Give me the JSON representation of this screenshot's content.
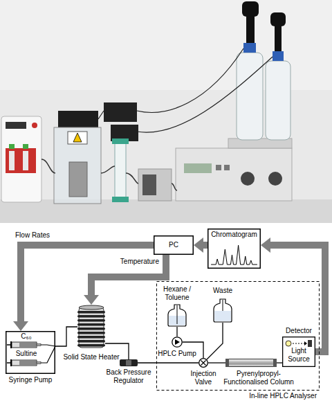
{
  "diagram": {
    "nodes": [
      {
        "text": [
          "PC"
        ]
      },
      {
        "text": [
          "Chromatogram"
        ]
      },
      {
        "text": [
          "C₆₀",
          "Sultine",
          "Syringe Pump"
        ]
      },
      {
        "text": [
          "Solid State Heater"
        ]
      },
      {
        "text": [
          "Back Pressure Regulator"
        ]
      },
      {
        "text": [
          "In-line HPLC Analyser"
        ]
      },
      {
        "text": [
          "Hexane / Toluene"
        ],
        "in": 5
      },
      {
        "text": [
          "Waste"
        ],
        "in": 5
      },
      {
        "text": [
          "Detector",
          "Light Source"
        ],
        "in": 5
      },
      {
        "text": [
          "HPLC Pump"
        ],
        "in": 5
      },
      {
        "text": [
          "Injection Valve"
        ],
        "in": 5
      },
      {
        "text": [
          "Pyrenylpropyl-Functionalised Column"
        ],
        "in": 5
      }
    ],
    "edges": [
      {
        "from": 1,
        "to": 0,
        "arrow": "to"
      },
      {
        "from": 0,
        "to": 2,
        "label": "Flow Rates",
        "arrow": "to"
      },
      {
        "from": 0,
        "to": 3,
        "label": "Temperature",
        "arrow": "to"
      },
      {
        "from": 8,
        "to": 1,
        "arrow": "to"
      },
      {
        "from": 2,
        "to": 3,
        "arrow": "none"
      },
      {
        "from": 3,
        "to": 4,
        "arrow": "none"
      },
      {
        "from": 4,
        "to": 10,
        "arrow": "none"
      },
      {
        "from": 6,
        "to": 9,
        "arrow": "none"
      },
      {
        "from": 9,
        "to": 10,
        "arrow": "none"
      },
      {
        "from": 10,
        "to": 11,
        "arrow": "none"
      },
      {
        "from": 11,
        "to": 8,
        "arrow": "none"
      },
      {
        "from": 10,
        "to": 7,
        "arrow": "none"
      }
    ]
  }
}
